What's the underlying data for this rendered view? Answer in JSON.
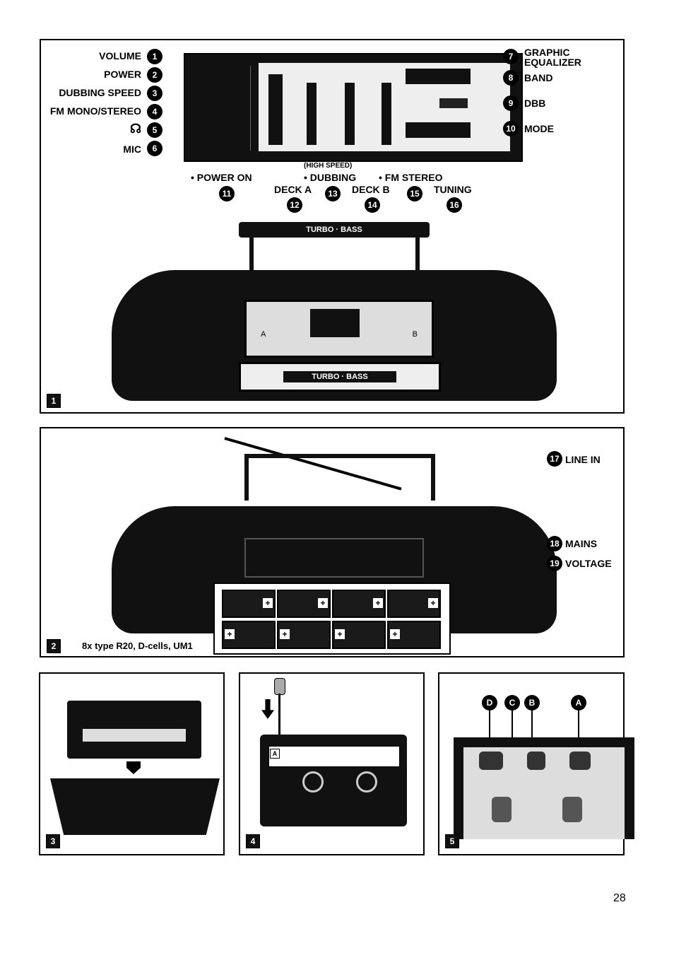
{
  "panel1": {
    "figure_number": "1",
    "left_labels": [
      "VOLUME",
      "POWER",
      "DUBBING SPEED",
      "FM MONO/STEREO",
      "",
      "MIC"
    ],
    "left_numbers": [
      "1",
      "2",
      "3",
      "4",
      "5",
      "6"
    ],
    "right_labels": [
      "GRAPHIC",
      "EQUALIZER",
      "BAND",
      "DBB",
      "MODE"
    ],
    "right_numbers": [
      "7",
      "8",
      "9",
      "10"
    ],
    "high_speed": "(HIGH SPEED)",
    "power_on": "• POWER ON",
    "dubbing": "• DUBBING",
    "fm_stereo": "• FM STEREO",
    "deck_a": "DECK A",
    "deck_b": "DECK B",
    "tuning": "TUNING",
    "mid_numbers": [
      "11",
      "12",
      "13",
      "14",
      "15",
      "16"
    ],
    "handle_text": "TURBO · BASS",
    "front_text": "TURBO · BASS",
    "cassette_a": "A",
    "cassette_b": "B"
  },
  "panel2": {
    "figure_number": "2",
    "line_in": "LINE IN",
    "mains": "MAINS",
    "voltage": "VOLTAGE",
    "numbers": [
      "17",
      "18",
      "19"
    ],
    "battery_caption": "8x type R20, D-cells, UM1",
    "plus": "+"
  },
  "panel3": {
    "figure_number": "3"
  },
  "panel4": {
    "figure_number": "4",
    "cassette_side": "A"
  },
  "panel5": {
    "figure_number": "5",
    "heads": [
      "D",
      "C",
      "B",
      "A"
    ]
  },
  "page_number": "28"
}
